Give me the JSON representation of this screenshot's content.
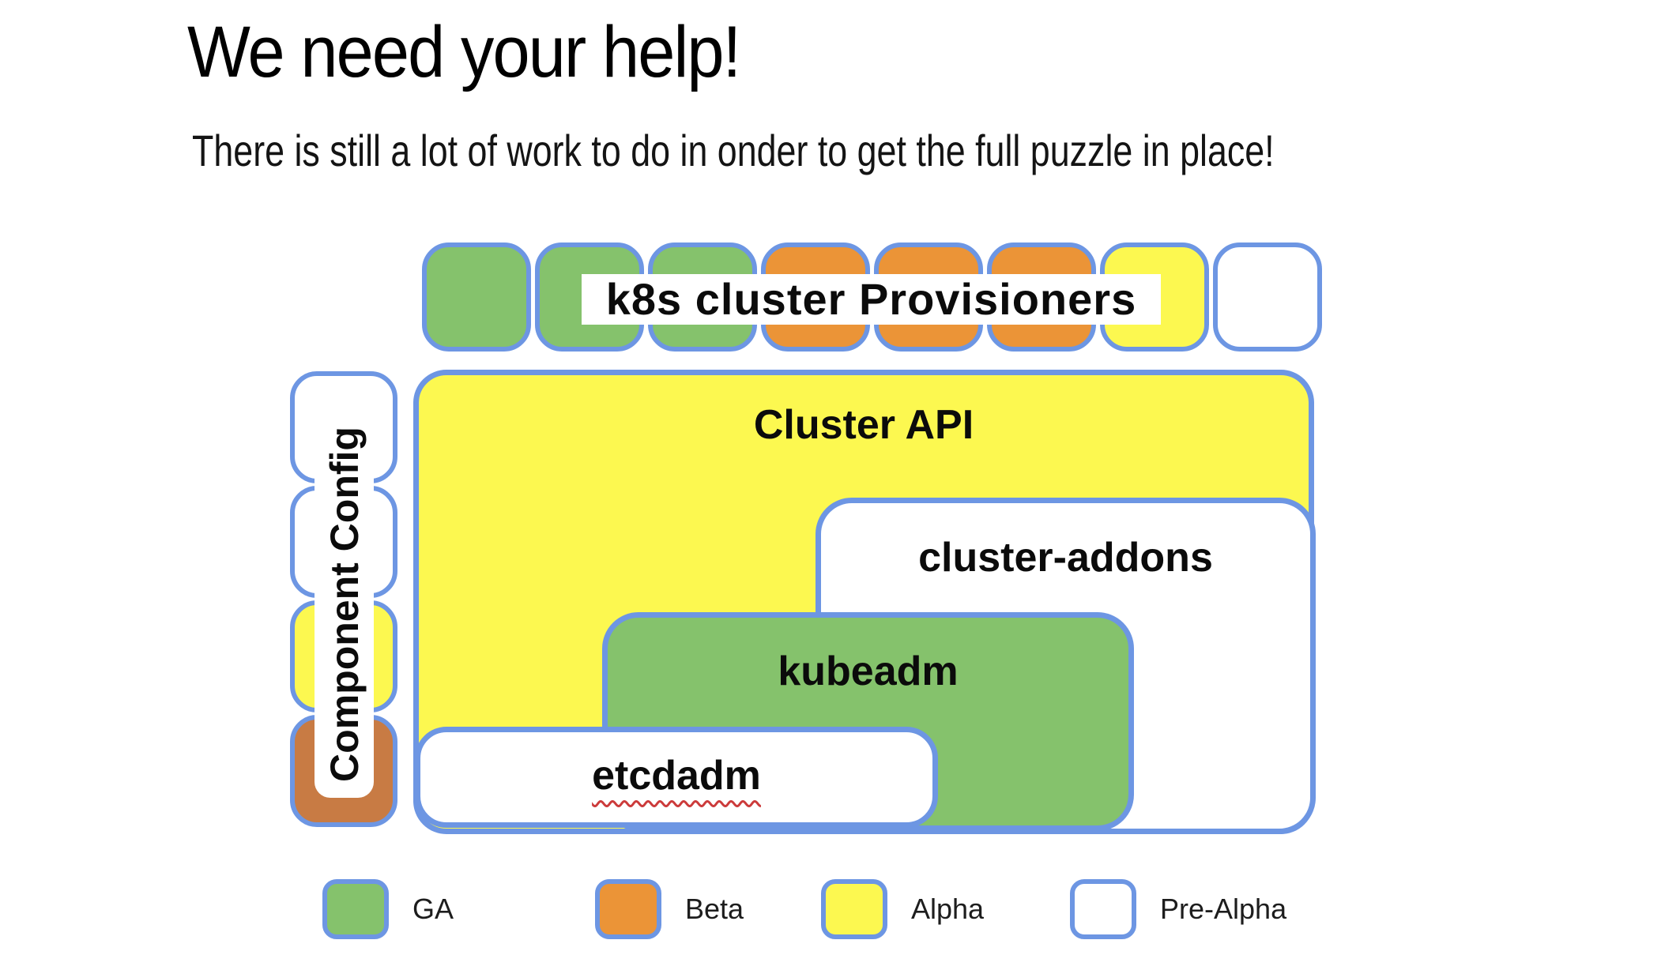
{
  "slide": {
    "title": "We need your help!",
    "subtitle": "There is still a lot of work to do in onder to get the full puzzle in place!"
  },
  "diagram": {
    "provisioners_label": "k8s cluster Provisioners",
    "top_row_statuses": [
      "GA",
      "GA",
      "GA",
      "Beta",
      "Beta",
      "Beta",
      "Alpha",
      "Pre-Alpha"
    ],
    "side_label": "Component Config",
    "side_column_statuses": [
      "Pre-Alpha",
      "Pre-Alpha",
      "Alpha",
      "Beta"
    ],
    "cluster_api_label": "Cluster API",
    "cluster_api_status": "Alpha",
    "cluster_addons_label": "cluster-addons",
    "cluster_addons_status": "Pre-Alpha",
    "kubeadm_label": "kubeadm",
    "kubeadm_status": "GA",
    "etcdadm_label": "etcdadm",
    "etcdadm_status": "Pre-Alpha"
  },
  "legend": {
    "items": [
      {
        "label": "GA",
        "color": "#85c26c"
      },
      {
        "label": "Beta",
        "color": "#eb9437"
      },
      {
        "label": "Alpha",
        "color": "#fcf850"
      },
      {
        "label": "Pre-Alpha",
        "color": "#ffffff"
      }
    ]
  },
  "colors": {
    "ga_green": "#85c26c",
    "beta_orange": "#eb9437",
    "beta_orange_dark": "#c87b44",
    "alpha_yellow": "#fcf850",
    "prealpha_white": "#ffffff",
    "border_blue": "#6d96e3",
    "spellcheck_red": "#cc3b3b"
  }
}
